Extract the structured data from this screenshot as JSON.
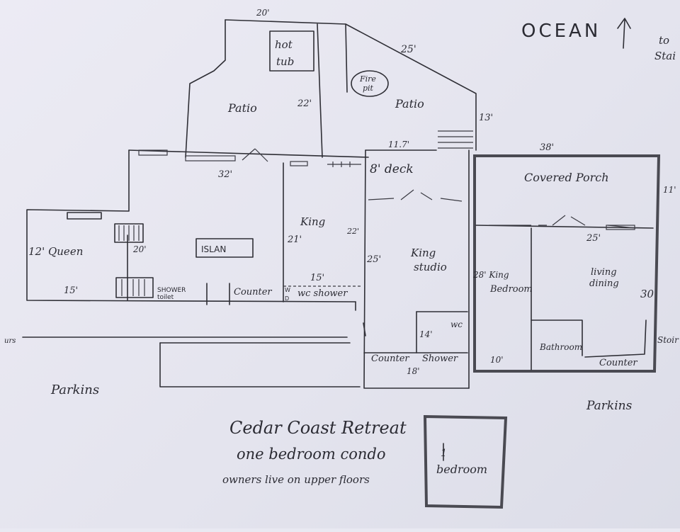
{
  "labels": {
    "top_width": "20'",
    "hot_tub": [
      "hot",
      "tub"
    ],
    "dim_25_top": "25'",
    "fire_pit": [
      "Fire",
      "pit"
    ],
    "patio_left": "Patio",
    "dim_22_patio": "22'",
    "patio_right": "Patio",
    "dim_13": "13'",
    "ocean": "OCEAN",
    "to_stairs": [
      "to",
      "Stai"
    ],
    "dim_11_7": "11.7'",
    "dim_38": "38'",
    "dim_32": "32'",
    "deck": "8' deck",
    "covered_porch": "Covered Porch",
    "dim_11_right": "11'",
    "king": "King",
    "dim_21": "21'",
    "dim_22_king": "22'",
    "dim_25_porch": "25'",
    "queen": "12' Queen",
    "dim_20": "20'",
    "island": "ISLAN",
    "king_studio": [
      "King",
      "studio"
    ],
    "dim_25_studio": "25'",
    "king_bedroom": [
      "28' King",
      "Bedroom"
    ],
    "living_dining": [
      "living",
      "dining"
    ],
    "dim_15_left": "15'",
    "shower_toilet": [
      "SHOWER",
      "toilet"
    ],
    "counter_left": "Counter",
    "w_d": [
      "W",
      "D"
    ],
    "wc_shower": "wc shower",
    "dim_15_mid": "15'",
    "dim_30": "30",
    "wc_right": "wc",
    "dim_14": "14'",
    "stairs_left": "urs",
    "stairs_right": "Stoir",
    "bathroom": "Bathroom",
    "counter_studio": "Counter",
    "shower_studio": "Shower",
    "dim_18": "18'",
    "dim_10": "10'",
    "counter_right": "Counter",
    "parking_left": "Parkins",
    "parking_right": "Parkins",
    "title": "Cedar Coast Retreat",
    "subtitle": "one bedroom condo",
    "note": "owners live on upper floors",
    "legend_count": "1",
    "legend_label": "bedroom"
  }
}
